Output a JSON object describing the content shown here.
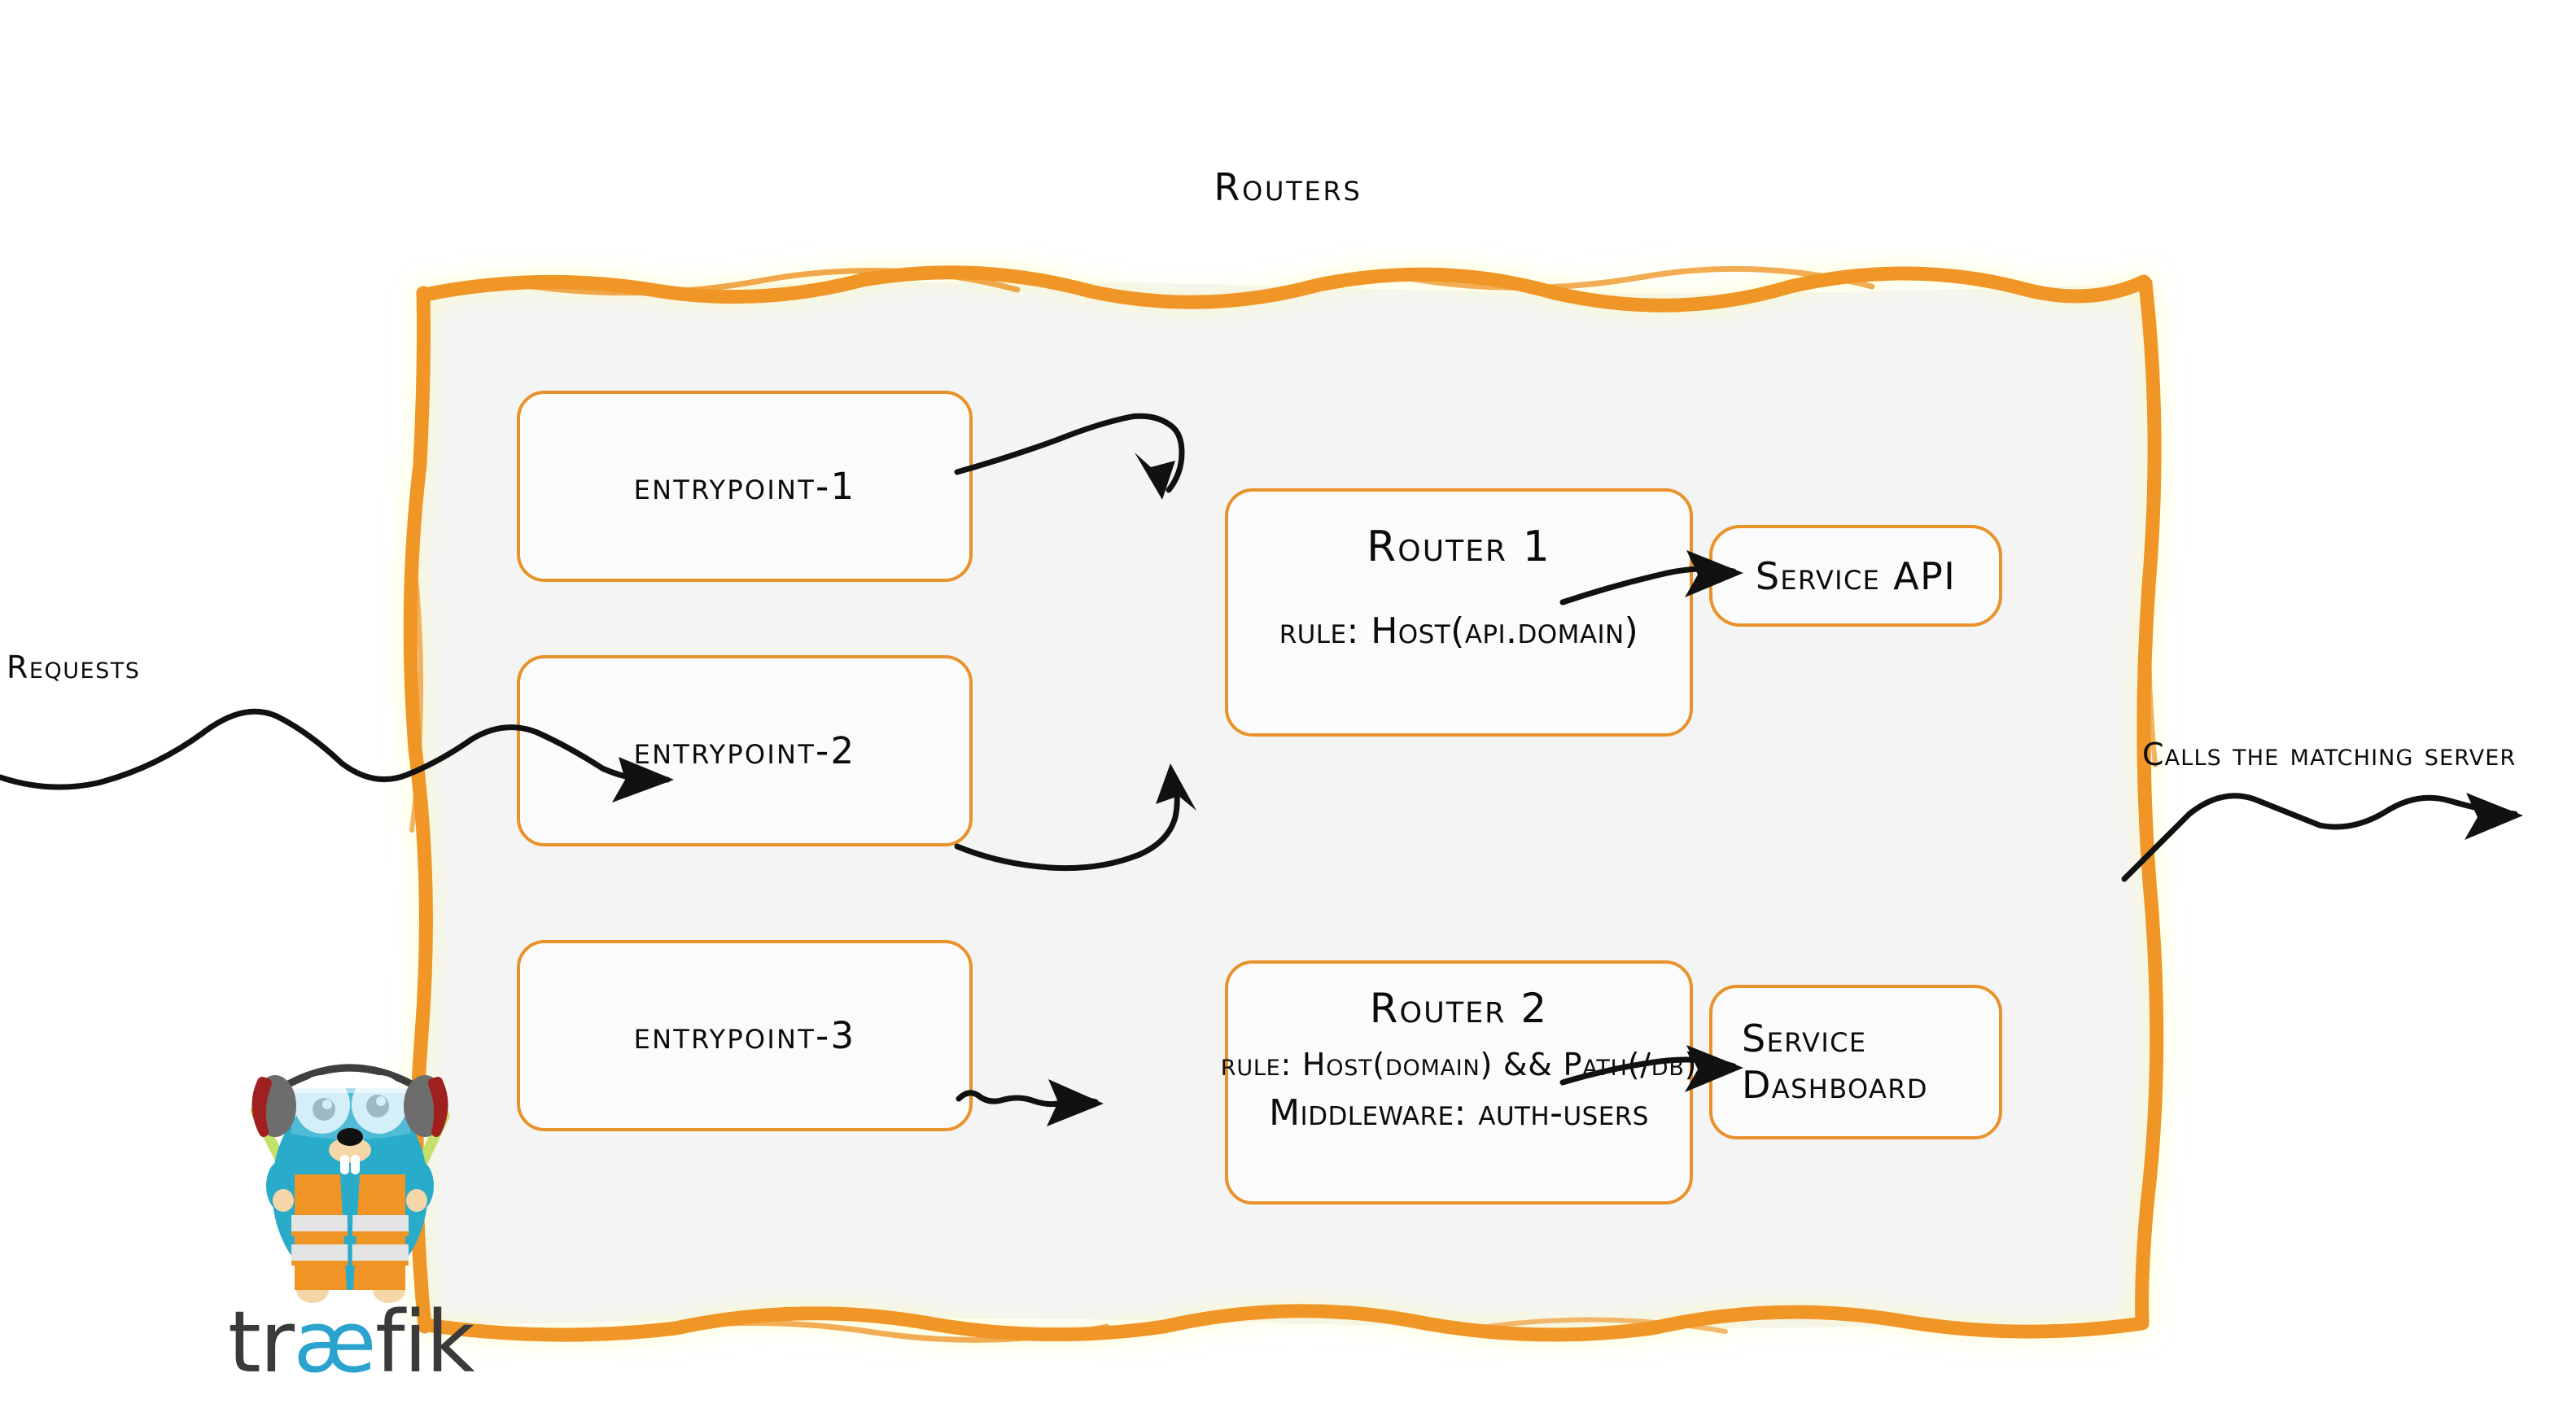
{
  "title": "Routers",
  "colors": {
    "brand_orange": "#e8922b",
    "container_border": "#ef9626",
    "container_fill": "#f4f4f4",
    "node_fill": "#fbfbfb",
    "ink": "#0b0b0b",
    "gopher_body": "#29abca",
    "gopher_vest": "#f09425",
    "logo_text": "#3a3a3a",
    "logo_accent": "#2aa3cf"
  },
  "flow": {
    "requests_label": "Requests",
    "calls_label": "Calls the matching server"
  },
  "entrypoints": [
    {
      "label": "entrypoint-1"
    },
    {
      "label": "entrypoint-2"
    },
    {
      "label": "entrypoint-3"
    }
  ],
  "routers": [
    {
      "title": "Router 1",
      "rule": "rule: Host(api.domain)"
    },
    {
      "title": "Router 2",
      "rule": "rule: Host(domain) && Path(/db)",
      "middleware": "Middleware: auth-users"
    }
  ],
  "services": [
    {
      "name": "Service API"
    },
    {
      "name_line1": "Service",
      "name_line2": "Dashboard"
    }
  ],
  "logo": {
    "text_before": "tr",
    "text_accent": "æ",
    "text_after": "fik"
  }
}
